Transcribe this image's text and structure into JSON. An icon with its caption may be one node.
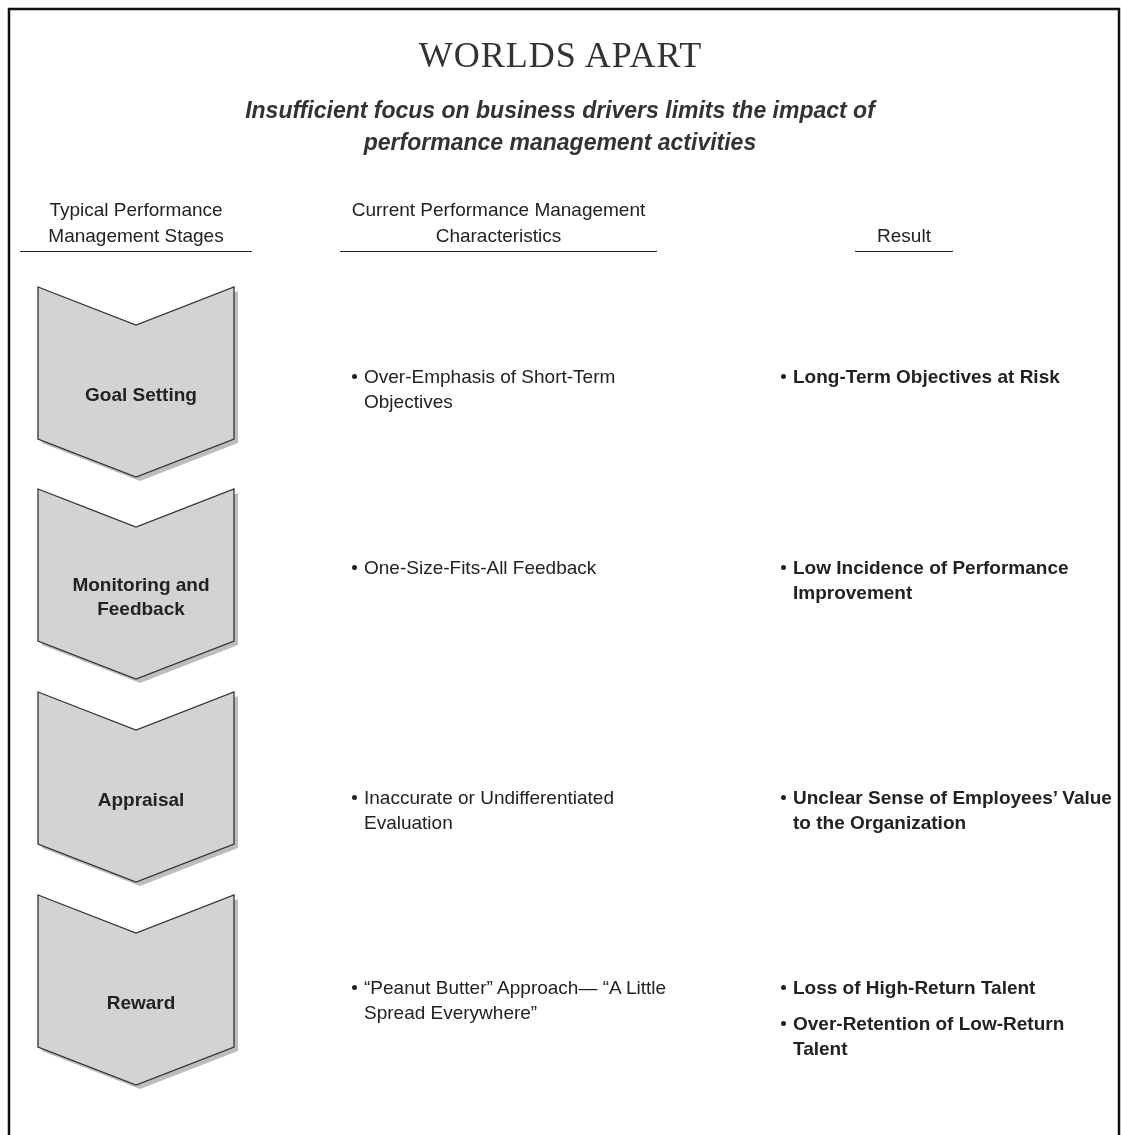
{
  "diagram": {
    "title": "WORLDS APART",
    "nodes": [
      {
        "text": [
          "Goal Setting"
        ]
      },
      {
        "text": [
          "Monitoring and Feedback"
        ]
      },
      {
        "text": [
          "Appraisal"
        ]
      },
      {
        "text": [
          "Reward"
        ]
      }
    ],
    "labels": [
      "Insufficient focus on business drivers limits the impact of performance management activities",
      "Typical Performance Management Stages",
      "Current Performance Management Characteristics",
      "Result",
      "Over-Emphasis of Short-Term Objectives",
      "Long-Term Objectives at Risk",
      "One-Size-Fits-All Feedback",
      "Low Incidence of Performance Improvement",
      "Inaccurate or Undifferentiated Evaluation",
      "Unclear Sense of Employees’ Value to the Organization",
      "“Peanut Butter” Approach— “A Little Spread Everywhere”",
      "Loss of High-Return Talent",
      "Over-Retention of Low-Return Talent"
    ]
  }
}
